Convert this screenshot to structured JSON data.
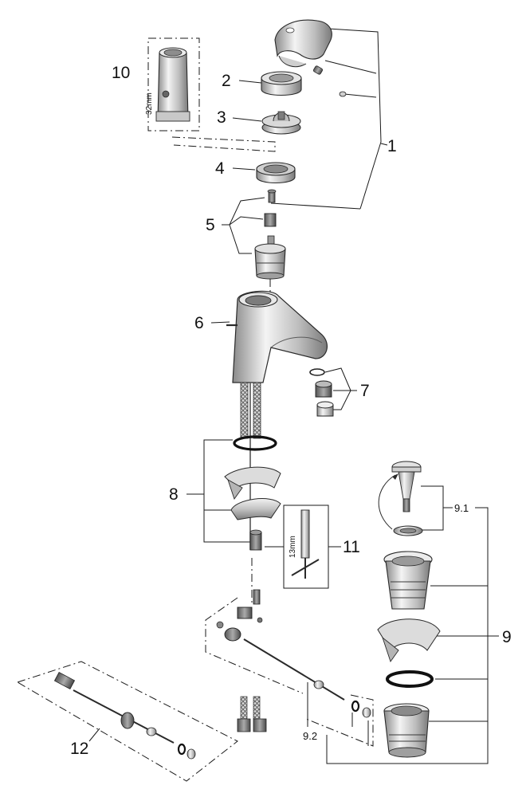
{
  "callouts": {
    "c1": "1",
    "c2": "2",
    "c3": "3",
    "c4": "4",
    "c5": "5",
    "c6": "6",
    "c7": "7",
    "c8": "8",
    "c9": "9",
    "c9_1": "9.1",
    "c9_2": "9.2",
    "c10": "10",
    "c11": "11",
    "c12": "12"
  },
  "dimensions": {
    "tool_10": "32mm",
    "tool_11": "13mm"
  },
  "colors": {
    "line": "#1a1a1a",
    "metal_light": "#e6e6e6",
    "metal_mid": "#b3b3b3",
    "metal_dark": "#6e6e6e",
    "seal_black": "#111111"
  }
}
